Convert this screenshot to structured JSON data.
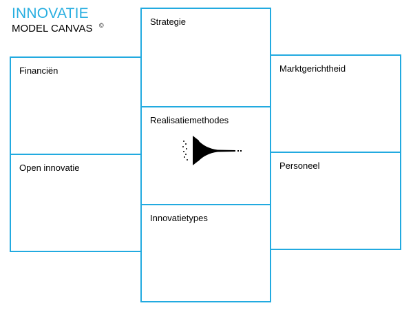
{
  "title": {
    "main": "INNOVATIE",
    "sub": "MODEL CANVAS",
    "mark": "©"
  },
  "blocks": {
    "strategie": "Strategie",
    "financien": "Financiën",
    "marktgerichtheid": "Marktgerichtheid",
    "realisatiemethodes": "Realisatiemethodes",
    "open_innovatie": "Open innovatie",
    "personeel": "Personeel",
    "innovatietypes": "Innovatietypes"
  },
  "colors": {
    "accent": "#22aae0",
    "title": "#27aee0",
    "text": "#000000"
  },
  "icons": {
    "center": "funnel-icon"
  }
}
